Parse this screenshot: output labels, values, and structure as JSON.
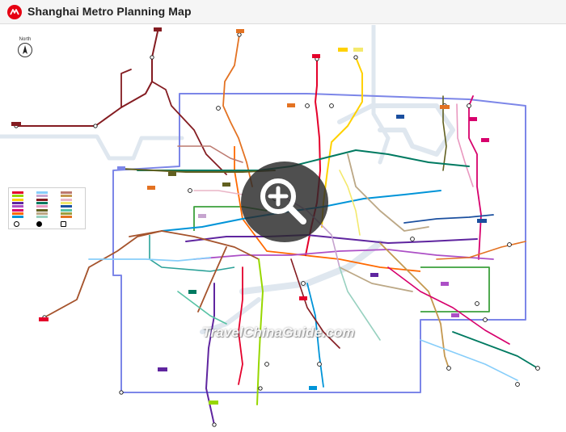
{
  "header": {
    "title": "Shanghai Metro Planning Map",
    "logo_color": "#e60012"
  },
  "compass": {
    "label": "North",
    "icon": "north-arrow-icon"
  },
  "zoom_control": {
    "icon": "zoom-in-icon"
  },
  "watermark": {
    "text": "TravelChinaGuide.com"
  },
  "legend": {
    "lines": [
      {
        "color": "#e4002b"
      },
      {
        "color": "#97d700"
      },
      {
        "color": "#ffd100"
      },
      {
        "color": "#5f259f"
      },
      {
        "color": "#ac4fc6"
      },
      {
        "color": "#d7006c"
      },
      {
        "color": "#ff6900"
      },
      {
        "color": "#0094d8"
      },
      {
        "color": "#87cefa"
      },
      {
        "color": "#c6a4cf"
      },
      {
        "color": "#841c21"
      },
      {
        "color": "#007a61"
      },
      {
        "color": "#e999c0"
      },
      {
        "color": "#626020"
      },
      {
        "color": "#bca886"
      },
      {
        "color": "#98d1c0"
      },
      {
        "color": "#bc796f"
      },
      {
        "color": "#c4984f"
      },
      {
        "color": "#eab5c6"
      },
      {
        "color": "#f4e96d"
      },
      {
        "color": "#1b4f9f"
      },
      {
        "color": "#56c2a4"
      },
      {
        "color": "#9c9e3e"
      },
      {
        "color": "#e37222"
      }
    ]
  },
  "line_colors": {
    "red": "#e4002b",
    "lime": "#97d700",
    "yellow": "#ffd100",
    "purple": "#5f259f",
    "violet": "#ac4fc6",
    "magenta": "#d7006c",
    "orange": "#ff6900",
    "blue": "#0094d8",
    "skyblue": "#87cefa",
    "lavender": "#c6a4cf",
    "maroon": "#841c21",
    "green": "#007a61",
    "pink": "#e999c0",
    "olive": "#626020",
    "tan": "#bca886",
    "mint": "#98d1c0",
    "brown": "#a5532c",
    "periwinkle": "#7c86e8",
    "teal": "#2aa198",
    "darkgreen": "#3da03d",
    "river": "#dfe9f2"
  }
}
